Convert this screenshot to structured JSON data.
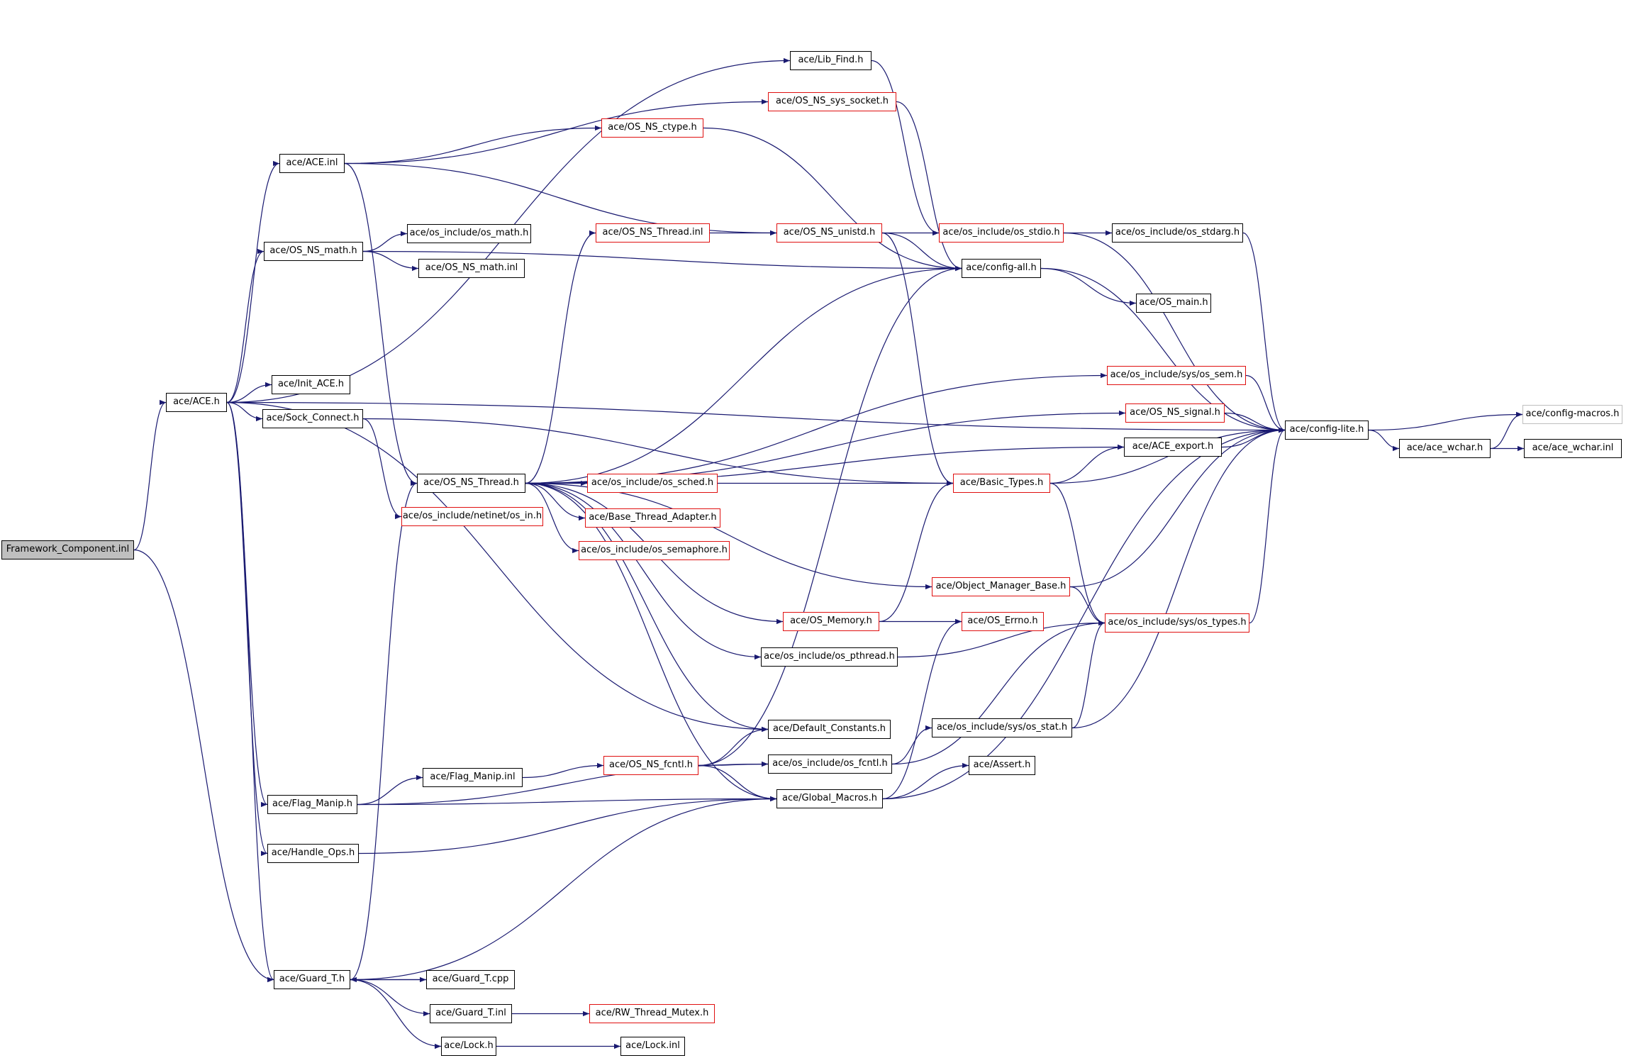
{
  "colors": {
    "edge": "#191970",
    "border": "#000000",
    "truncated_border": "#e01010",
    "external_border": "#bfbfbf",
    "root_fill": "#bfbfbf"
  },
  "nodes": [
    {
      "id": "n0",
      "label": "Framework_Component.inl",
      "style": "root"
    },
    {
      "id": "n1",
      "label": "ace/ACE.h",
      "style": "normal"
    },
    {
      "id": "n2",
      "label": "ace/Lib_Find.h",
      "style": "normal"
    },
    {
      "id": "n3",
      "label": "ace/OS_NS_sys_socket.h",
      "style": "trunc"
    },
    {
      "id": "n4",
      "label": "ace/OS_NS_ctype.h",
      "style": "trunc"
    },
    {
      "id": "n5",
      "label": "ace/ACE.inl",
      "style": "normal"
    },
    {
      "id": "n6",
      "label": "ace/OS_NS_Thread.inl",
      "style": "trunc"
    },
    {
      "id": "n7",
      "label": "ace/OS_NS_unistd.h",
      "style": "trunc"
    },
    {
      "id": "n8",
      "label": "ace/os_include/os_stdio.h",
      "style": "trunc"
    },
    {
      "id": "n9",
      "label": "ace/os_include/os_stdarg.h",
      "style": "normal"
    },
    {
      "id": "n10",
      "label": "ace/os_include/os_math.h",
      "style": "normal"
    },
    {
      "id": "n11",
      "label": "ace/OS_NS_math.h",
      "style": "normal"
    },
    {
      "id": "n12",
      "label": "ace/OS_NS_math.inl",
      "style": "normal"
    },
    {
      "id": "n13",
      "label": "ace/config-all.h",
      "style": "normal"
    },
    {
      "id": "n14",
      "label": "ace/OS_main.h",
      "style": "normal"
    },
    {
      "id": "n15",
      "label": "ace/Init_ACE.h",
      "style": "normal"
    },
    {
      "id": "n16",
      "label": "ace/os_include/sys/os_sem.h",
      "style": "trunc"
    },
    {
      "id": "n17",
      "label": "ace/OS_NS_signal.h",
      "style": "trunc"
    },
    {
      "id": "n18",
      "label": "ace/Sock_Connect.h",
      "style": "normal"
    },
    {
      "id": "n19",
      "label": "ace/config-lite.h",
      "style": "normal"
    },
    {
      "id": "n20",
      "label": "ace/config-macros.h",
      "style": "ext"
    },
    {
      "id": "n21",
      "label": "ace/ACE_export.h",
      "style": "normal"
    },
    {
      "id": "n22",
      "label": "ace/ace_wchar.h",
      "style": "normal"
    },
    {
      "id": "n23",
      "label": "ace/ace_wchar.inl",
      "style": "normal"
    },
    {
      "id": "n24",
      "label": "ace/OS_NS_Thread.h",
      "style": "normal"
    },
    {
      "id": "n25",
      "label": "ace/os_include/os_sched.h",
      "style": "trunc"
    },
    {
      "id": "n26",
      "label": "ace/Basic_Types.h",
      "style": "trunc"
    },
    {
      "id": "n27",
      "label": "ace/os_include/netinet/os_in.h",
      "style": "trunc"
    },
    {
      "id": "n28",
      "label": "ace/Base_Thread_Adapter.h",
      "style": "trunc"
    },
    {
      "id": "n29",
      "label": "ace/os_include/os_semaphore.h",
      "style": "trunc"
    },
    {
      "id": "n30",
      "label": "ace/Object_Manager_Base.h",
      "style": "trunc"
    },
    {
      "id": "n31",
      "label": "ace/OS_Memory.h",
      "style": "trunc"
    },
    {
      "id": "n32",
      "label": "ace/OS_Errno.h",
      "style": "trunc"
    },
    {
      "id": "n33",
      "label": "ace/os_include/sys/os_types.h",
      "style": "trunc"
    },
    {
      "id": "n34",
      "label": "ace/os_include/os_pthread.h",
      "style": "normal"
    },
    {
      "id": "n35",
      "label": "ace/Default_Constants.h",
      "style": "normal"
    },
    {
      "id": "n36",
      "label": "ace/os_include/sys/os_stat.h",
      "style": "normal"
    },
    {
      "id": "n37",
      "label": "ace/Flag_Manip.inl",
      "style": "normal"
    },
    {
      "id": "n38",
      "label": "ace/OS_NS_fcntl.h",
      "style": "trunc"
    },
    {
      "id": "n39",
      "label": "ace/os_include/os_fcntl.h",
      "style": "normal"
    },
    {
      "id": "n40",
      "label": "ace/Assert.h",
      "style": "normal"
    },
    {
      "id": "n41",
      "label": "ace/Flag_Manip.h",
      "style": "normal"
    },
    {
      "id": "n42",
      "label": "ace/Global_Macros.h",
      "style": "normal"
    },
    {
      "id": "n43",
      "label": "ace/Handle_Ops.h",
      "style": "normal"
    },
    {
      "id": "n44",
      "label": "ace/Guard_T.h",
      "style": "normal"
    },
    {
      "id": "n45",
      "label": "ace/Guard_T.cpp",
      "style": "normal"
    },
    {
      "id": "n46",
      "label": "ace/Guard_T.inl",
      "style": "normal"
    },
    {
      "id": "n47",
      "label": "ace/RW_Thread_Mutex.h",
      "style": "trunc"
    },
    {
      "id": "n48",
      "label": "ace/Lock.h",
      "style": "normal"
    },
    {
      "id": "n49",
      "label": "ace/Lock.inl",
      "style": "normal"
    }
  ],
  "edges": [
    [
      "n0",
      "n1"
    ],
    [
      "n0",
      "n44"
    ],
    [
      "n1",
      "n2"
    ],
    [
      "n1",
      "n19"
    ],
    [
      "n1",
      "n5"
    ],
    [
      "n1",
      "n11"
    ],
    [
      "n1",
      "n15"
    ],
    [
      "n1",
      "n18"
    ],
    [
      "n1",
      "n35"
    ],
    [
      "n1",
      "n41"
    ],
    [
      "n1",
      "n43"
    ],
    [
      "n1",
      "n44"
    ],
    [
      "n5",
      "n3"
    ],
    [
      "n5",
      "n4"
    ],
    [
      "n5",
      "n7"
    ],
    [
      "n5",
      "n24"
    ],
    [
      "n11",
      "n10"
    ],
    [
      "n11",
      "n12"
    ],
    [
      "n11",
      "n13"
    ],
    [
      "n2",
      "n8"
    ],
    [
      "n3",
      "n13"
    ],
    [
      "n4",
      "n13"
    ],
    [
      "n6",
      "n7"
    ],
    [
      "n7",
      "n8"
    ],
    [
      "n7",
      "n13"
    ],
    [
      "n7",
      "n26"
    ],
    [
      "n8",
      "n9"
    ],
    [
      "n8",
      "n19"
    ],
    [
      "n9",
      "n19"
    ],
    [
      "n13",
      "n14"
    ],
    [
      "n13",
      "n19"
    ],
    [
      "n16",
      "n19"
    ],
    [
      "n17",
      "n19"
    ],
    [
      "n21",
      "n19"
    ],
    [
      "n26",
      "n21"
    ],
    [
      "n26",
      "n19"
    ],
    [
      "n26",
      "n33"
    ],
    [
      "n18",
      "n26"
    ],
    [
      "n18",
      "n27"
    ],
    [
      "n19",
      "n20"
    ],
    [
      "n19",
      "n22"
    ],
    [
      "n22",
      "n20"
    ],
    [
      "n22",
      "n23"
    ],
    [
      "n24",
      "n6"
    ],
    [
      "n24",
      "n13"
    ],
    [
      "n24",
      "n16"
    ],
    [
      "n24",
      "n17"
    ],
    [
      "n24",
      "n21"
    ],
    [
      "n24",
      "n26"
    ],
    [
      "n24",
      "n25"
    ],
    [
      "n24",
      "n28"
    ],
    [
      "n24",
      "n29"
    ],
    [
      "n24",
      "n30"
    ],
    [
      "n24",
      "n31"
    ],
    [
      "n24",
      "n34"
    ],
    [
      "n24",
      "n35"
    ],
    [
      "n24",
      "n42"
    ],
    [
      "n30",
      "n19"
    ],
    [
      "n30",
      "n33"
    ],
    [
      "n31",
      "n26"
    ],
    [
      "n31",
      "n32"
    ],
    [
      "n33",
      "n19"
    ],
    [
      "n34",
      "n33"
    ],
    [
      "n36",
      "n33"
    ],
    [
      "n36",
      "n19"
    ],
    [
      "n38",
      "n13"
    ],
    [
      "n38",
      "n35"
    ],
    [
      "n38",
      "n39"
    ],
    [
      "n38",
      "n42"
    ],
    [
      "n39",
      "n36"
    ],
    [
      "n39",
      "n33"
    ],
    [
      "n42",
      "n40"
    ],
    [
      "n42",
      "n32"
    ],
    [
      "n42",
      "n19"
    ],
    [
      "n37",
      "n38"
    ],
    [
      "n41",
      "n37"
    ],
    [
      "n41",
      "n39"
    ],
    [
      "n41",
      "n42"
    ],
    [
      "n43",
      "n42"
    ],
    [
      "n44",
      "n24"
    ],
    [
      "n44",
      "n45"
    ],
    [
      "n44",
      "n46"
    ],
    [
      "n44",
      "n48"
    ],
    [
      "n44",
      "n42"
    ],
    [
      "n45",
      "n44"
    ],
    [
      "n46",
      "n47"
    ],
    [
      "n48",
      "n49"
    ]
  ]
}
